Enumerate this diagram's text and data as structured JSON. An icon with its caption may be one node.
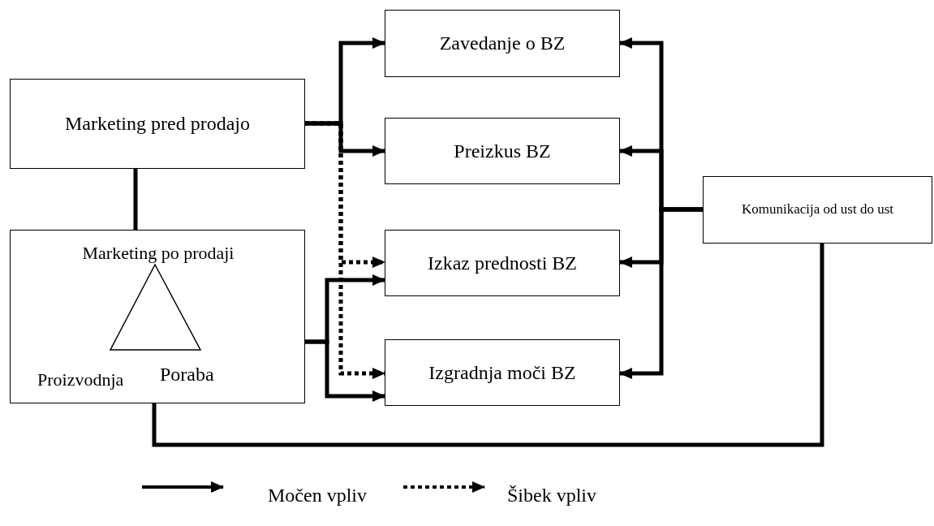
{
  "diagram": {
    "nodes": [
      {
        "text": [
          "Marketing pred prodajo"
        ]
      },
      {
        "text": [
          "Zavedanje o BZ"
        ]
      },
      {
        "text": [
          "Preizkus BZ"
        ]
      },
      {
        "text": [
          "Marketing po prodaji",
          "Proizvodnja",
          "Poraba"
        ]
      },
      {
        "text": [
          "Izkaz prednosti BZ"
        ]
      },
      {
        "text": [
          "Izgradnja moči BZ"
        ]
      },
      {
        "text": [
          "Komunikacija od ust do ust"
        ]
      }
    ],
    "edges": [
      {
        "from": 0,
        "to": 1,
        "arrow": "to"
      },
      {
        "from": 0,
        "to": 2,
        "arrow": "to"
      },
      {
        "from": 0,
        "to": 3,
        "arrow": "none"
      },
      {
        "from": 0,
        "to": 4,
        "arrow": "to",
        "style": "dashed"
      },
      {
        "from": 0,
        "to": 5,
        "arrow": "to",
        "style": "dashed"
      },
      {
        "from": 3,
        "to": 4,
        "arrow": "to"
      },
      {
        "from": 3,
        "to": 5,
        "arrow": "to"
      },
      {
        "from": 6,
        "to": 1,
        "arrow": "to"
      },
      {
        "from": 6,
        "to": 2,
        "arrow": "to"
      },
      {
        "from": 6,
        "to": 4,
        "arrow": "to"
      },
      {
        "from": 6,
        "to": 5,
        "arrow": "to"
      },
      {
        "from": 6,
        "to": 3,
        "arrow": "none"
      }
    ],
    "legend": [
      {
        "text": "Močen vpliv"
      },
      {
        "text": "Šibek vpliv"
      }
    ]
  }
}
